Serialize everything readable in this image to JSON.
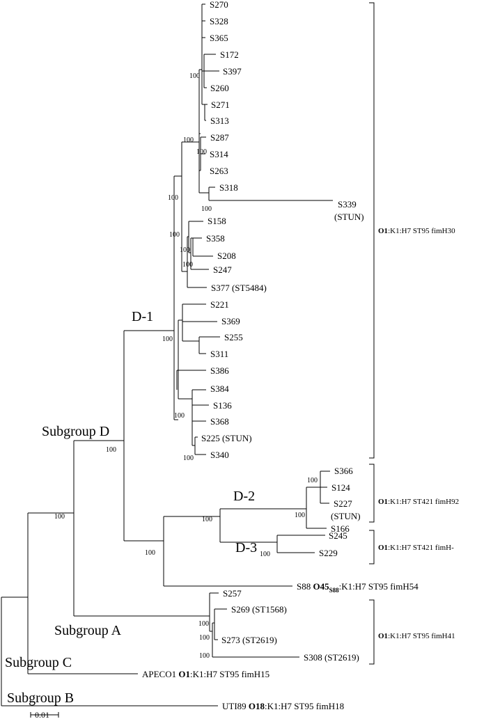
{
  "leaves": {
    "s270": "S270",
    "s328": "S328",
    "s365": "S365",
    "s172": "S172",
    "s397": "S397",
    "s260": "S260",
    "s271": "S271",
    "s313": "S313",
    "s287": "S287",
    "s314": "S314",
    "s263": "S263",
    "s318": "S318",
    "s339": "S339",
    "s339_note": "(STUN)",
    "s158": "S158",
    "s358": "S358",
    "s208": "S208",
    "s247": "S247",
    "s377": "S377 (ST5484)",
    "s221": "S221",
    "s369": "S369",
    "s255": "S255",
    "s311": "S311",
    "s386": "S386",
    "s384": "S384",
    "s136": "S136",
    "s368": "S368",
    "s225": "S225 (STUN)",
    "s340": "S340",
    "s366": "S366",
    "s124": "S124",
    "s227": "S227",
    "s227_note": "(STUN)",
    "s166": "S166",
    "s245": "S245",
    "s229": "S229",
    "s88": "S88",
    "s88_o": "O45",
    "s88_sub": "S88",
    "s88_rest": ":K1:H7 ST95 fimH54",
    "s257": "S257",
    "s269": "S269 (ST1568)",
    "s273": "S273 (ST2619)",
    "s308": "S308 (ST2619)",
    "apeco1": "APECO1",
    "apeco1_o": "O1",
    "apeco1_rest": ":K1:H7 ST95 fimH15",
    "uti89": "UTI89",
    "uti89_o": "O18",
    "uti89_rest": ":K1:H7 ST95 fimH18"
  },
  "bootstrap": "100",
  "groups": {
    "d1": "D-1",
    "d2": "D-2",
    "d3": "D-3",
    "subgroup_d": "Subgroup D",
    "subgroup_a": "Subgroup A",
    "subgroup_c": "Subgroup C",
    "subgroup_b": "Subgroup B"
  },
  "annotations": {
    "o1": "O1",
    "a1": ":K1:H7 ST95 fimH30",
    "a2": ":K1:H7 ST421 fimH92",
    "a3": ":K1:H7 ST421 fimH-",
    "a4": ":K1:H7 ST95 fimH41"
  },
  "scale_bar": "0.01"
}
